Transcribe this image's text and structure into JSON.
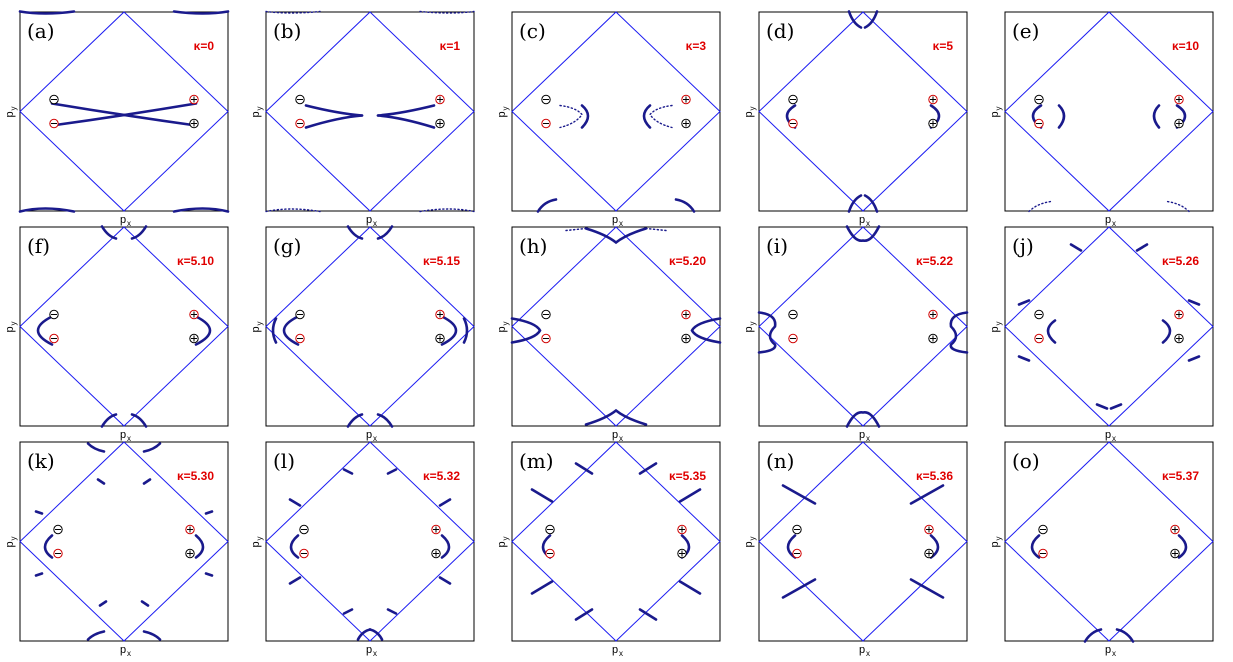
{
  "panels": [
    {
      "tag": "(a)",
      "kappa": "κ=0"
    },
    {
      "tag": "(b)",
      "kappa": "κ=1"
    },
    {
      "tag": "(c)",
      "kappa": "κ=3"
    },
    {
      "tag": "(d)",
      "kappa": "κ=5"
    },
    {
      "tag": "(e)",
      "kappa": "κ=10"
    },
    {
      "tag": "(f)",
      "kappa": "κ=5.10"
    },
    {
      "tag": "(g)",
      "kappa": "κ=5.15"
    },
    {
      "tag": "(h)",
      "kappa": "κ=5.20"
    },
    {
      "tag": "(i)",
      "kappa": "κ=5.22"
    },
    {
      "tag": "(j)",
      "kappa": "κ=5.26"
    },
    {
      "tag": "(k)",
      "kappa": "κ=5.30"
    },
    {
      "tag": "(l)",
      "kappa": "κ=5.32"
    },
    {
      "tag": "(m)",
      "kappa": "κ=5.35"
    },
    {
      "tag": "(n)",
      "kappa": "κ=5.36"
    },
    {
      "tag": "(o)",
      "kappa": "κ=5.37"
    }
  ],
  "axes": {
    "x_main": "p",
    "x_sub": "x",
    "y_main": "p",
    "y_sub": "y"
  },
  "colors": {
    "brillouin_zone": "#1c1cf2",
    "fermi_surface": "#1a1a8c",
    "kappa_label": "#e00000",
    "node_highlight": "#d00000"
  }
}
